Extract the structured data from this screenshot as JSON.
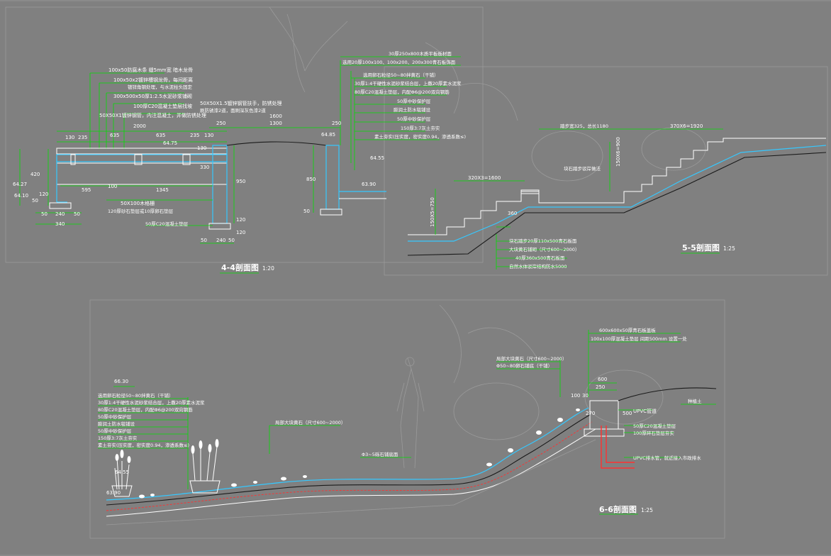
{
  "section44": {
    "title": "4-4剖面图",
    "scale": "1:20",
    "notes": [
      "100x50防腐木条  缝5mm宽  暗木龙骨",
      "100x50x2镀锌槽钢龙骨，每间距离",
      "镀锌角钢处理，与水泥柱头固定",
      "300x500x50厚1:2.5水泥砂浆铺砌",
      "100厚C20混凝土垫层找坡",
      "50X50X1镀锌钢管，内注混凝土，并做防锈处理"
    ],
    "right_notes": [
      "50X50X1.5镀锌钢管扶手，防锈处理",
      "刷防锈漆2道，面刷深灰色漆2道"
    ],
    "dims_top": [
      "130",
      "235",
      "635",
      "2000",
      "635",
      "235",
      "130"
    ],
    "dims_misc": [
      "64.75",
      "130",
      "595",
      "100",
      "1345",
      "50X100木格栅",
      "120厚砂石垫层或10厚卵石垫层",
      "50厚C20混凝土垫层"
    ],
    "levels_left": [
      "64.27",
      "64.10"
    ],
    "dims_left": [
      "420",
      "120",
      "50"
    ],
    "dims_bottom_left": [
      "50",
      "240",
      "50",
      "340"
    ],
    "dims_bottom_mid": [
      "50",
      "240",
      "50"
    ],
    "dims_bridge": [
      "1600",
      "250",
      "1300",
      "250"
    ],
    "dims_vert": [
      "950",
      "120",
      "850",
      "120",
      "50",
      "330"
    ],
    "levels_right": [
      "64.85",
      "64.55",
      "63.90"
    ],
    "callout_right": [
      "30厚250x800木质平板板材面",
      "选用20厚100x100、100x200、200x300青石板饰面",
      "选用卵石粒径50~80拌黄石（干铺）",
      "30厚1:4干硬性水泥砂浆结合层，上撒20厚素水泥浆",
      "80厚C20混凝土垫层，内配Φ6@200双向钢筋",
      "50厚中砂保护层",
      "膨润土防水毯铺设",
      "50厚中砂保护层",
      "150厚3:7灰土夯实",
      "素土夯实(压实度，密实度0.94，渗透系数≤)"
    ]
  },
  "section55": {
    "title": "5-5剖面图",
    "scale": "1:25",
    "top_dims": [
      "踏步宽325，总长1180",
      "370X6=1920"
    ],
    "mid_dims": [
      "320X3=1600",
      "150X6=900",
      "150X5=750",
      "360"
    ],
    "labels": [
      "块石踏步驳岸做法"
    ],
    "bottom_notes": [
      "块石踏步20厚110x500青石板面",
      "大块黄石铺砌（尺寸600~2000）",
      "40厚360x500青石板面",
      "自然水体驳岸结构防水5000"
    ]
  },
  "section66": {
    "title": "6-6剖面图",
    "scale": "1:25",
    "levels": [
      "66.30",
      "64.55",
      "63.90"
    ],
    "left_notes": [
      "选用卵石粒径50~80拌黄石（干铺）",
      "30厚1:4干硬性水泥砂浆结合层，上撒20厚素水泥浆",
      "80厚C20混凝土垫层，内配Φ6@200双向钢筋",
      "50厚中砂保护层",
      "膨润土防水毯铺设",
      "50厚中砂保护层",
      "150厚3:7灰土夯实",
      "素土夯实(压实度，密实度0.94，渗透系数≤)"
    ],
    "mid_notes": [
      "局部大块黄石（尺寸600~2000）",
      "Φ3~5砾石铺底面"
    ],
    "right_top": [
      "600x600x50厚青石板盖板",
      "100x100厚混凝土垫层  间距500mm  设置一处"
    ],
    "right_mid": [
      "局部大块黄石（尺寸600~2000）",
      "Φ50~80卵石铺底（干铺）"
    ],
    "dims": [
      "600",
      "250",
      "100",
      "30",
      "270",
      "500"
    ],
    "right_labels": [
      "UPVC管道",
      "50厚C20混凝土垫层",
      "100厚碎石垫层夯实",
      "UPVC排水管，就近接入市政排水",
      "种植土"
    ]
  }
}
